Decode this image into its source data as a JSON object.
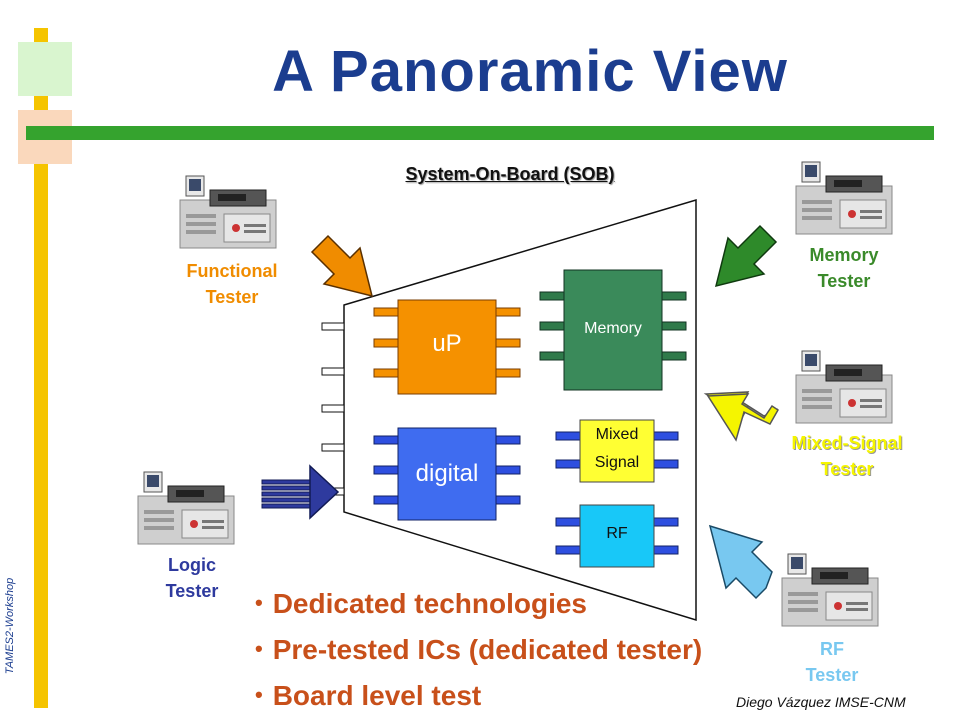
{
  "slide": {
    "title": "A Panoramic View",
    "side_label": "TAMES2-Workshop",
    "footer": "Diego Vázquez    IMSE-CNM"
  },
  "board": {
    "label": "System-On-Board (SOB)",
    "chips": {
      "up": "uP",
      "digital": "digital",
      "memory": "Memory",
      "mixed_line1": "Mixed",
      "mixed_line2": "Signal",
      "rf": "RF"
    }
  },
  "testers": {
    "functional": {
      "line1": "Functional",
      "line2": "Tester",
      "color": "#f08c00"
    },
    "logic": {
      "line1": "Logic",
      "line2": "Tester",
      "color": "#2e3a9e"
    },
    "memory": {
      "line1": "Memory",
      "line2": "Tester",
      "color": "#3a8a2a"
    },
    "mixed": {
      "line1": "Mixed-Signal",
      "line2": "Tester",
      "color": "#f5f500"
    },
    "rf": {
      "line1": "RF",
      "line2": "Tester",
      "color": "#78c8f0"
    }
  },
  "bullets": [
    "Dedicated technologies",
    "Pre-tested ICs (dedicated tester)",
    "Board level test"
  ],
  "colors": {
    "title": "#1b3d8f",
    "accent_bar": "#35a32e",
    "side_bar": "#f5c400",
    "bullet_text": "#c8501a",
    "up_chip": "#f59100",
    "digital_chip": "#3f6cf0",
    "memory_chip": "#3a8a5a",
    "mixed_chip": "#ffff33",
    "rf_chip": "#18c8f8"
  }
}
